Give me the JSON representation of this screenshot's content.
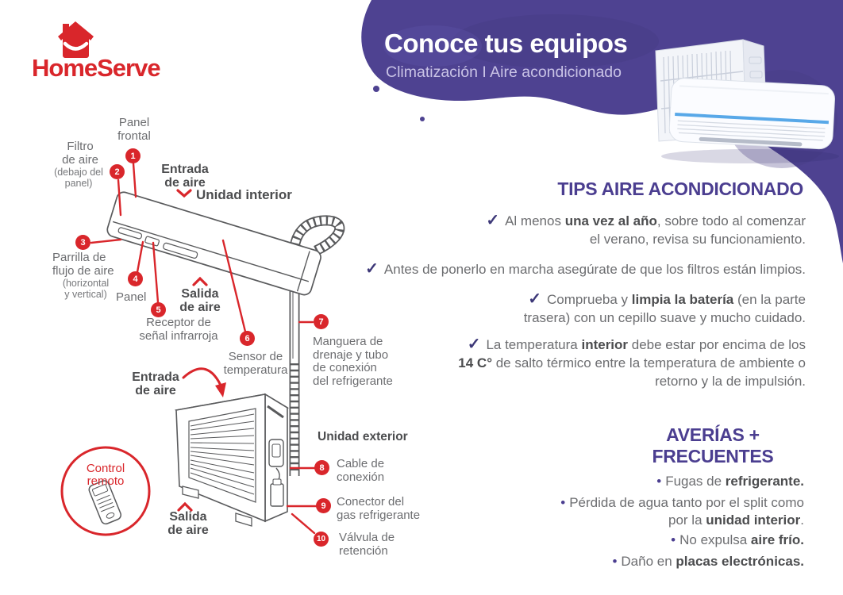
{
  "brand": {
    "name": "HomeServe"
  },
  "header": {
    "title": "Conoce tus equipos",
    "subtitle": "Climatización I Aire acondicionado"
  },
  "colors": {
    "red": "#d9262b",
    "purple": "#4b3e90",
    "splash_purple": "#4e4291",
    "check": "#3d3878",
    "body_text": "#6c6d70",
    "line_art": "#595a5c",
    "ac_blue_stripe": "#58a8e8"
  },
  "icons": {
    "check_icon": "✓",
    "bullet_icon": "•",
    "logo_house_icon": "house-with-smile"
  },
  "diagram": {
    "indoor_title": "Unidad interior",
    "outdoor_title": "Unidad exterior",
    "remote_label": "Control\nremoto",
    "airflow": {
      "entrada_top": "Entrada\nde aire",
      "salida_indoor": "Salida\nde aire",
      "entrada_outdoor": "Entrada\nde aire",
      "salida_outdoor": "Salida\nde aire"
    },
    "labels": [
      {
        "num": "1",
        "text": "Panel\nfrontal"
      },
      {
        "num": "2",
        "text": "Filtro\nde aire",
        "note": "(debajo del\npanel)"
      },
      {
        "num": "3",
        "text": "Parrilla de\nflujo de aire",
        "note": "(horizontal\ny vertical)"
      },
      {
        "num": "4",
        "text": "Panel"
      },
      {
        "num": "5",
        "text": "Receptor de\nseñal infrarroja"
      },
      {
        "num": "6",
        "text": "Sensor de\ntemperatura"
      },
      {
        "num": "7",
        "text": "Manguera de\ndrenaje y tubo\nde conexión\ndel refrigerante"
      },
      {
        "num": "8",
        "text": "Cable de\nconexión"
      },
      {
        "num": "9",
        "text": "Conector del\ngas refrigerante"
      },
      {
        "num": "10",
        "text": "Válvula de\nretención"
      }
    ]
  },
  "tips": {
    "title": "TIPS AIRE ACONDICIONADO",
    "items": [
      {
        "parts": [
          {
            "t": "Al menos "
          },
          {
            "t": "una vez al año",
            "b": true
          },
          {
            "t": ", sobre todo al comenzar el verano, revisa su funcionamiento."
          }
        ]
      },
      {
        "parts": [
          {
            "t": "Antes de ponerlo en marcha asegúrate de que los filtros están limpios."
          }
        ]
      },
      {
        "parts": [
          {
            "t": "Comprueba y "
          },
          {
            "t": "limpia la batería",
            "b": true
          },
          {
            "t": " (en la parte trasera) con un cepillo suave y mucho cuidado."
          }
        ]
      },
      {
        "parts": [
          {
            "t": "La temperatura "
          },
          {
            "t": "interior",
            "b": true
          },
          {
            "t": " debe estar por encima de los "
          },
          {
            "t": "14 C°",
            "b": true
          },
          {
            "t": " de salto térmico entre la temperatura de ambiente o retorno y la de impulsión."
          }
        ]
      }
    ]
  },
  "faults": {
    "title": "AVERÍAS +\nFRECUENTES",
    "items": [
      {
        "parts": [
          {
            "t": "Fugas de "
          },
          {
            "t": "refrigerante.",
            "b": true
          }
        ]
      },
      {
        "parts": [
          {
            "t": "Pérdida de agua tanto por el split como por la "
          },
          {
            "t": "unidad interior",
            "b": true
          },
          {
            "t": "."
          }
        ]
      },
      {
        "parts": [
          {
            "t": "No expulsa "
          },
          {
            "t": "aire frío.",
            "b": true
          }
        ]
      },
      {
        "parts": [
          {
            "t": "Daño en "
          },
          {
            "t": "placas electrónicas.",
            "b": true
          }
        ]
      }
    ]
  }
}
